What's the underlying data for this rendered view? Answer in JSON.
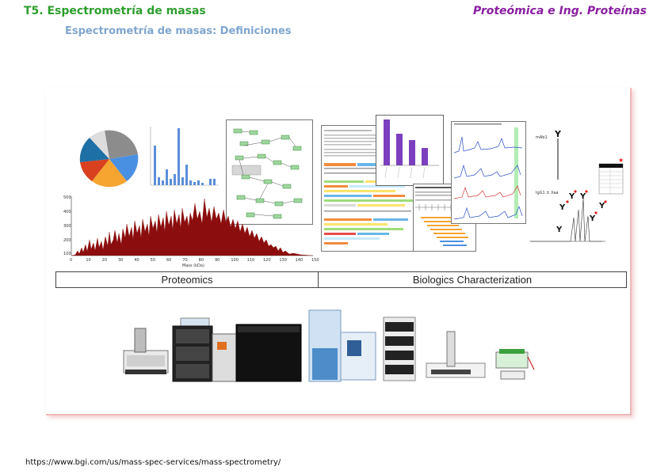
{
  "header": {
    "topic": "T5. Espectrometría de masas",
    "course": "Proteómica e Ing. Proteínas",
    "subtitle": "Espectrometría de masas: Definiciones"
  },
  "figure": {
    "left_label": "Proteomics",
    "right_label": "Biologics Characterization",
    "spectrum_x_ticks": [
      "0",
      "10",
      "20",
      "30",
      "40",
      "50",
      "60",
      "70",
      "80",
      "90",
      "100",
      "110",
      "120",
      "130",
      "140",
      "150"
    ],
    "ab_mass_label": "IgG1 ± Xaa"
  },
  "footer": {
    "url": "https://www.bgi.com/us/mass-spec-services/mass-spectrometry/"
  },
  "colors": {
    "topic": "#2e9e2e",
    "course": "#8a1fa0",
    "subtitle": "#7fa6cf",
    "spectrum": "#8b0d0d",
    "purple_bars": "#7b3fbf"
  }
}
